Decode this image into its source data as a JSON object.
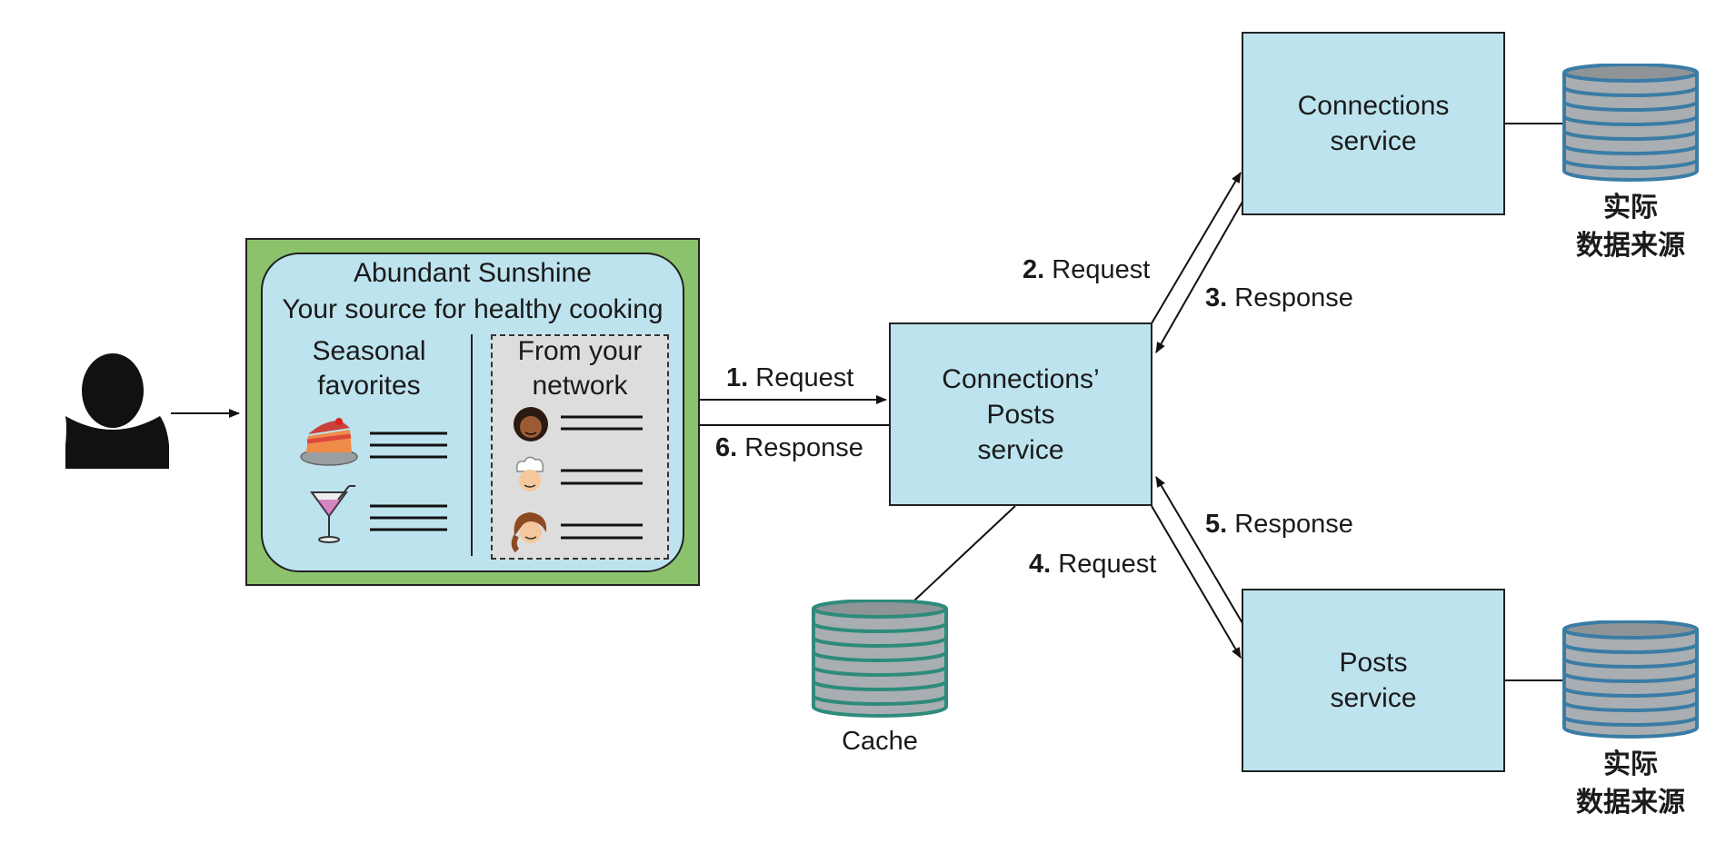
{
  "app": {
    "title": "Abundant Sunshine",
    "subtitle": "Your source for healthy cooking",
    "seasonal_line1": "Seasonal",
    "seasonal_line2": "favorites",
    "network_line1": "From your",
    "network_line2": "network"
  },
  "arrows": {
    "step1_num": "1.",
    "step1_text": " Request",
    "step2_num": "2.",
    "step2_text": " Request",
    "step3_num": "3.",
    "step3_text": " Response",
    "step4_num": "4.",
    "step4_text": " Request",
    "step5_num": "5.",
    "step5_text": " Response",
    "step6_num": "6.",
    "step6_text": " Response"
  },
  "services": {
    "connections_posts_line1": "Connections’",
    "connections_posts_line2": "Posts",
    "connections_posts_line3": "service",
    "connections_line1": "Connections",
    "connections_line2": "service",
    "posts_line1": "Posts",
    "posts_line2": "service"
  },
  "databases": {
    "cache_label": "Cache",
    "source_line1": "实际",
    "source_line2": "数据来源"
  },
  "colors": {
    "service_fill": "#bde3ee",
    "app_frame": "#8dc26c",
    "db_blue": "#3a7ca5",
    "db_teal": "#2e8b7a",
    "db_gray": "#a9aeb2"
  },
  "icons": [
    "user-icon",
    "cake-icon",
    "cocktail-icon",
    "avatar-woman-curly-icon",
    "avatar-chef-icon",
    "avatar-girl-icon",
    "database-icon"
  ]
}
